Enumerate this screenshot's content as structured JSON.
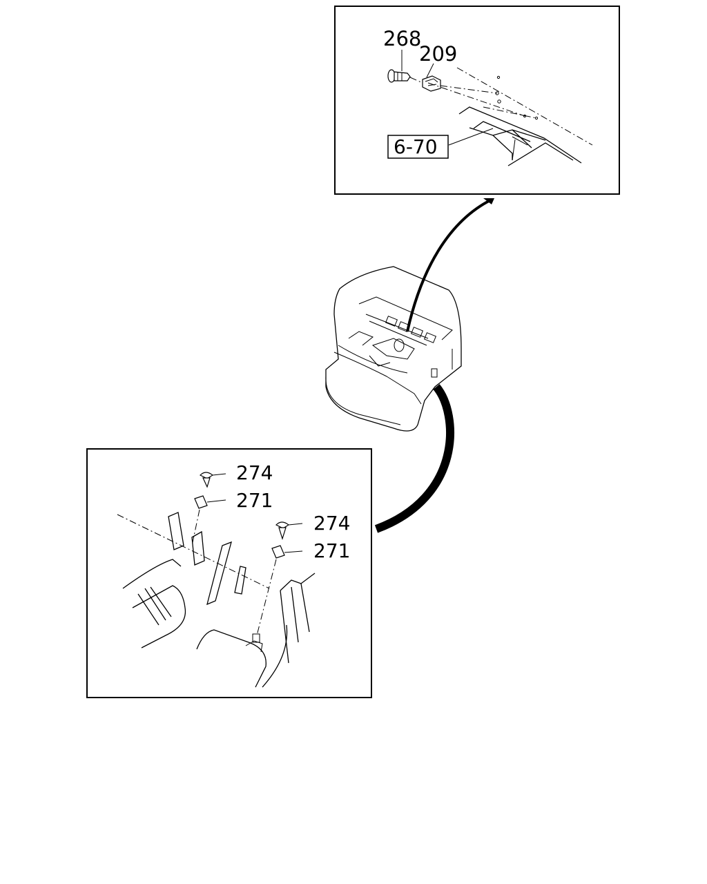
{
  "diagram": {
    "top_callout": {
      "part_labels": [
        "268",
        "209"
      ],
      "reference_box": "6-70"
    },
    "bottom_callout": {
      "left_pair": [
        "274",
        "271"
      ],
      "right_pair": [
        "274",
        "271"
      ]
    }
  }
}
